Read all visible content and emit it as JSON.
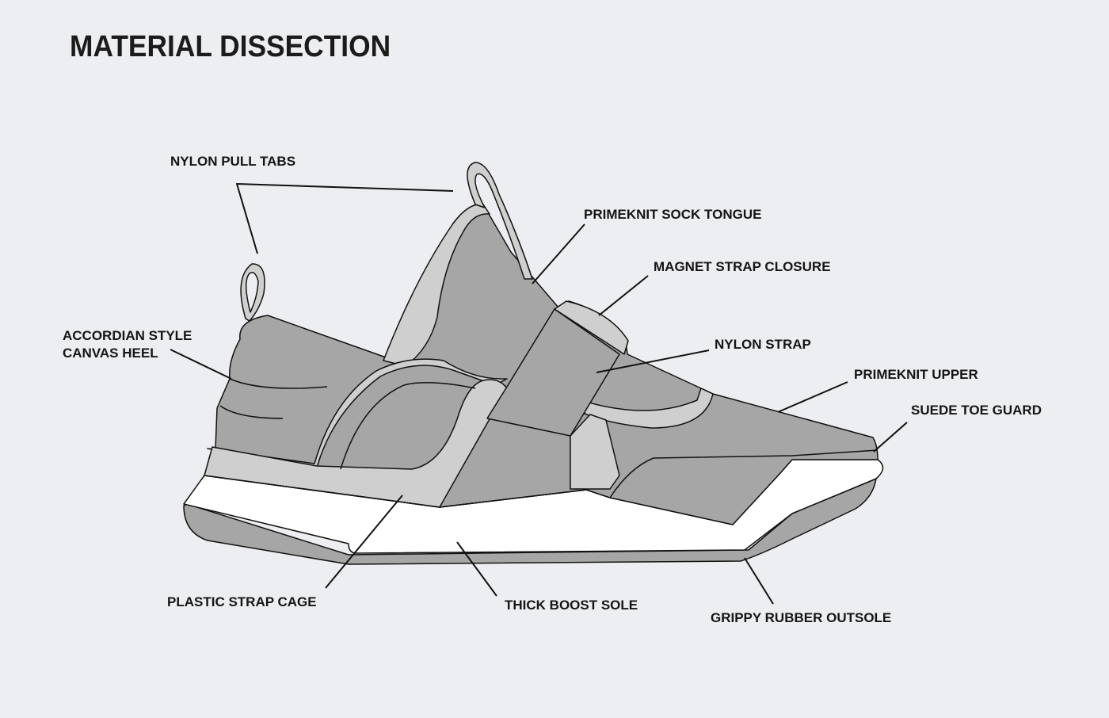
{
  "title": "MATERIAL DISSECTION",
  "labels": {
    "nylon_pull_tabs": "NYLON PULL TABS",
    "primeknit_sock_tongue": "PRIMEKNIT SOCK TONGUE",
    "magnet_strap_closure": "MAGNET STRAP CLOSURE",
    "accordian_line1": "ACCORDIAN STYLE",
    "accordian_line2": "CANVAS HEEL",
    "nylon_strap": "NYLON STRAP",
    "primeknit_upper": "PRIMEKNIT UPPER",
    "suede_toe_guard": "SUEDE TOE GUARD",
    "plastic_strap_cage": "PLASTIC STRAP CAGE",
    "thick_boost_sole": "THICK BOOST SOLE",
    "grippy_rubber_outsole": "GRIPPY RUBBER OUTSOLE"
  },
  "colors": {
    "background": "#edeef2",
    "dark_panel": "#a6a6a6",
    "light_panel": "#cfcfcf",
    "sole": "#ffffff",
    "ink": "#151515"
  }
}
